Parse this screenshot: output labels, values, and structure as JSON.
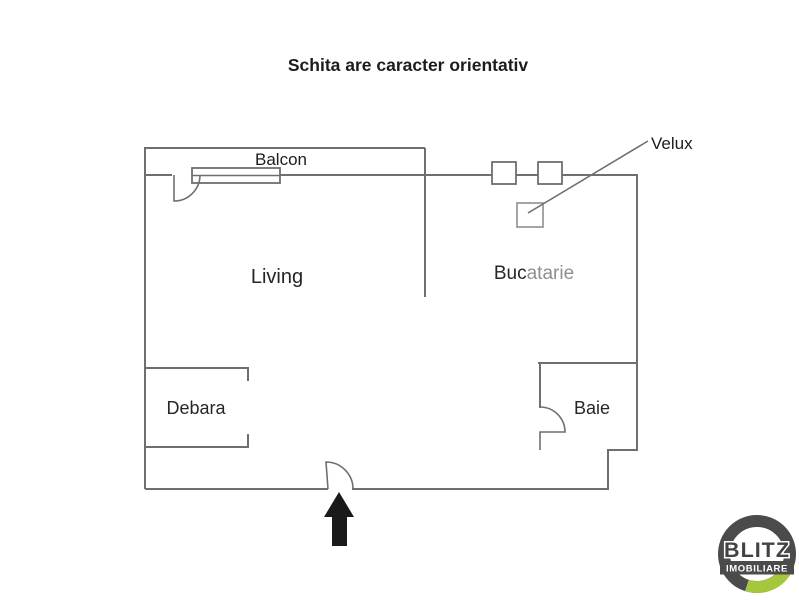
{
  "title": "Schita are caracter orientativ",
  "plan": {
    "labels": {
      "balcony": "Balcon",
      "living": "Living",
      "kitchen_prefix": "Buc",
      "kitchen_suffix": "atarie",
      "storage": "Debara",
      "bathroom": "Baie",
      "skylight": "Velux"
    }
  },
  "logo": {
    "brand": "BLITZ",
    "tagline": "IMOBILIARE"
  },
  "colors": {
    "background": "#ffffff",
    "wall": "#6f6f6f",
    "text": "#262626",
    "muted_text": "#8f8f8f",
    "arrow": "#1a1a1a",
    "logo_ring": "#4b4b4b",
    "logo_accent": "#a4c73c"
  }
}
